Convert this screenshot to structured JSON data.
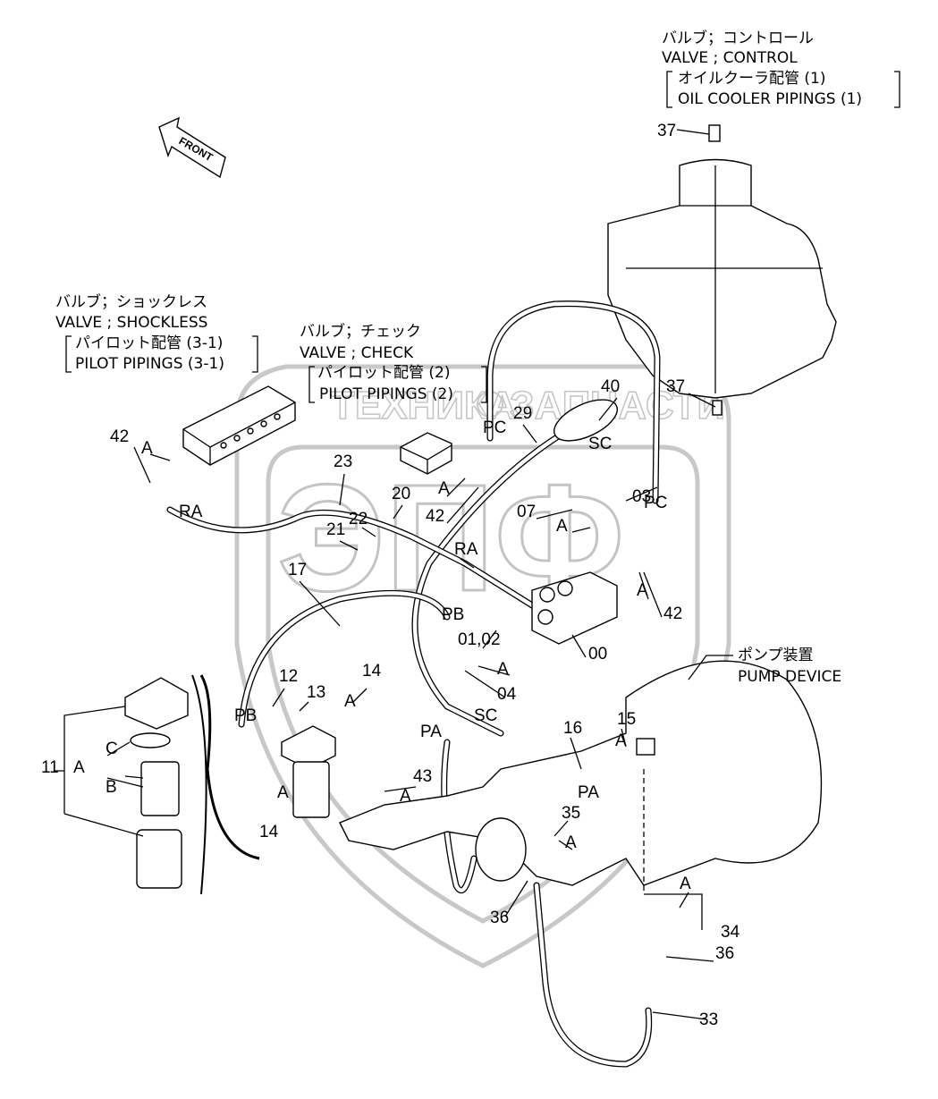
{
  "watermark": {
    "text_left": "ТЕХНИКА",
    "text_right": "ЗАПЧАСТИ",
    "logo": "ЭПФ"
  },
  "front_arrow": {
    "label": "FRONT"
  },
  "headings": {
    "control_valve": {
      "jp": "バルブ；コントロール",
      "en": "VALVE ; CONTROL",
      "sub_jp": "オイルクーラ配管 (1)",
      "sub_en": "OIL COOLER PIPINGS (1)"
    },
    "shockless_valve": {
      "jp": "バルブ；ショックレス",
      "en": "VALVE ; SHOCKLESS",
      "sub_jp": "パイロット配管 (3-1)",
      "sub_en": "PILOT PIPINGS (3-1)"
    },
    "check_valve": {
      "jp": "バルブ；チェック",
      "en": "VALVE ; CHECK",
      "sub_jp": "パイロット配管 (2)",
      "sub_en": "PILOT PIPINGS (2)"
    },
    "pump_device": {
      "jp": "ポンプ装置",
      "en": "PUMP DEVICE"
    }
  },
  "callouts": [
    "37",
    "37",
    "40",
    "29",
    "PC",
    "SC",
    "03",
    "PC",
    "07",
    "A",
    "42",
    "A",
    "23",
    "RA",
    "20",
    "A",
    "42",
    "21",
    "22",
    "RA",
    "A",
    "42",
    "17",
    "PB",
    "01,02",
    "00",
    "A",
    "14",
    "04",
    "12",
    "13",
    "A",
    "PB",
    "SC",
    "PA",
    "16",
    "15",
    "A",
    "11",
    "A",
    "C",
    "B",
    "43",
    "A",
    "PA",
    "A",
    "35",
    "14",
    "A",
    "36",
    "A",
    "34",
    "36",
    "33"
  ]
}
